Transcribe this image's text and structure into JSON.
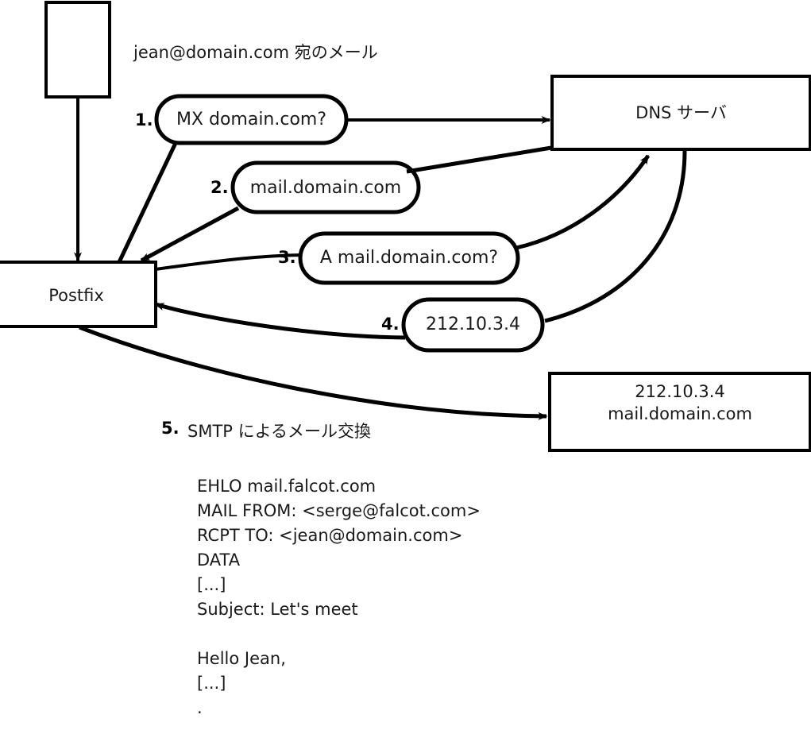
{
  "diagram": {
    "title_caption": "jean@domain.com 宛のメール",
    "boxes": [
      {
        "name": "sender-client-box",
        "label": ""
      },
      {
        "name": "postfix-box",
        "label": "Postfix"
      },
      {
        "name": "dns-server-box",
        "label": "DNS サーバ"
      },
      {
        "name": "mail-server-box",
        "label": "212.10.3.4\nmail.domain.com"
      }
    ],
    "steps": [
      {
        "num": "1.",
        "bubble": "MX domain.com?"
      },
      {
        "num": "2.",
        "bubble": "mail.domain.com"
      },
      {
        "num": "3.",
        "bubble": "A mail.domain.com?"
      },
      {
        "num": "4.",
        "bubble": "212.10.3.4"
      }
    ],
    "step5": {
      "num": "5.",
      "label": "SMTP によるメール交換",
      "transcript": "EHLO mail.falcot.com\nMAIL FROM: <serge@falcot.com>\nRCPT TO: <jean@domain.com>\nDATA\n[...]\nSubject: Let's meet\n\nHello Jean,\n[...]\n."
    },
    "colors": {
      "stroke": "#000000",
      "fill": "#ffffff",
      "text": "#1a1a1a"
    }
  }
}
